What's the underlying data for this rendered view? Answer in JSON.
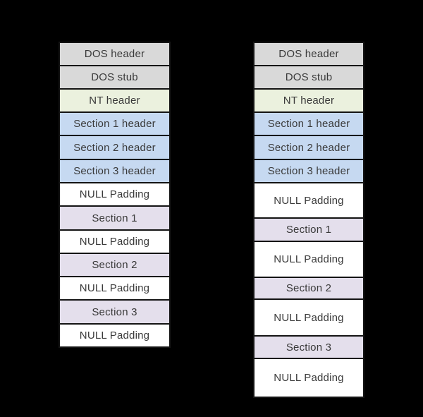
{
  "background": "#000000",
  "border_color": "#141414",
  "text_color": "#3a3a3a",
  "palette": {
    "gray": "#d9d9d9",
    "green": "#ebf1de",
    "blue": "#c6d9f1",
    "purple": "#e4dfec",
    "white": "#ffffff"
  },
  "columns": [
    {
      "id": "pe-file-layout",
      "blocks": [
        {
          "label": "DOS header",
          "kind": "gray",
          "h": 35
        },
        {
          "label": "DOS stub",
          "kind": "gray",
          "h": 35
        },
        {
          "label": "NT header",
          "kind": "green",
          "h": 35
        },
        {
          "label": "Section 1 header",
          "kind": "blue",
          "h": 35
        },
        {
          "label": "Section 2 header",
          "kind": "blue",
          "h": 36
        },
        {
          "label": "Section 3 header",
          "kind": "blue",
          "h": 35
        },
        {
          "label": "NULL Padding",
          "kind": "white",
          "h": 35
        },
        {
          "label": "Section 1",
          "kind": "purple",
          "h": 36
        },
        {
          "label": "NULL Padding",
          "kind": "white",
          "h": 35
        },
        {
          "label": "Section 2",
          "kind": "purple",
          "h": 35
        },
        {
          "label": "NULL Padding",
          "kind": "white",
          "h": 35
        },
        {
          "label": "Section 3",
          "kind": "purple",
          "h": 36
        },
        {
          "label": "NULL Padding",
          "kind": "white",
          "h": 35
        }
      ]
    },
    {
      "id": "pe-memory-layout",
      "blocks": [
        {
          "label": "DOS header",
          "kind": "gray",
          "h": 35
        },
        {
          "label": "DOS stub",
          "kind": "gray",
          "h": 35
        },
        {
          "label": "NT header",
          "kind": "green",
          "h": 35
        },
        {
          "label": "Section 1 header",
          "kind": "blue",
          "h": 35
        },
        {
          "label": "Section 2 header",
          "kind": "blue",
          "h": 36
        },
        {
          "label": "Section 3 header",
          "kind": "blue",
          "h": 35
        },
        {
          "label": "NULL Padding",
          "kind": "white",
          "h": 52
        },
        {
          "label": "Section 1",
          "kind": "purple",
          "h": 35
        },
        {
          "label": "NULL Padding",
          "kind": "white",
          "h": 53
        },
        {
          "label": "Section 2",
          "kind": "purple",
          "h": 33
        },
        {
          "label": "NULL Padding",
          "kind": "white",
          "h": 54
        },
        {
          "label": "Section 3",
          "kind": "purple",
          "h": 34
        },
        {
          "label": "NULL Padding",
          "kind": "white",
          "h": 57
        }
      ]
    }
  ]
}
